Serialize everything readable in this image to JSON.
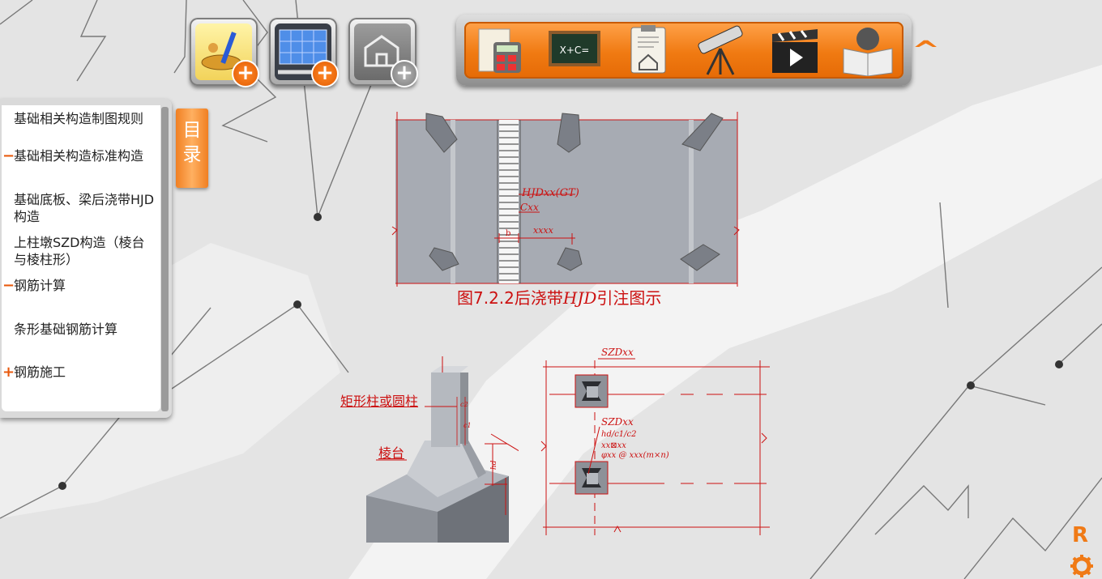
{
  "toc": {
    "tab_label": "目录",
    "items": [
      {
        "marker": "",
        "label": "基础相关构造制图规则"
      },
      {
        "marker": "−",
        "label": "基础相关构造标准构造"
      },
      {
        "marker": "",
        "label": "基础底板、梁后浇带HJD构造"
      },
      {
        "marker": "",
        "label": "上柱墩SZD构造（棱台与棱柱形）"
      },
      {
        "marker": "−",
        "label": "钢筋计算"
      },
      {
        "marker": "",
        "label": "条形基础钢筋计算"
      },
      {
        "marker": "+",
        "label": "钢筋施工"
      }
    ]
  },
  "top_buttons": [
    {
      "icon": "add-tools-icon",
      "plus": "+"
    },
    {
      "icon": "add-screen-icon",
      "plus": "+"
    },
    {
      "icon": "add-model-icon",
      "plus": "+"
    }
  ],
  "toolbar": {
    "calculator_icon": "calculator-icon",
    "blackboard_text": "X+C=",
    "clipboard_icon": "clipboard-icon",
    "telescope_icon": "telescope-icon",
    "video_icon": "video-icon",
    "reader_icon": "reader-icon",
    "collapse_label": "^"
  },
  "figure1": {
    "label_code": "HJDxx(GT)",
    "label_c": "Cxx",
    "label_b": "b",
    "label_dim": "xxxx",
    "caption_prefix": "图7.2.2后浇带",
    "caption_code": "HJD",
    "caption_suffix": "引注图示"
  },
  "figure2": {
    "label_column": "矩形柱或圆柱",
    "label_frustum": "棱台",
    "dim_c2": "c2",
    "dim_c1": "c1",
    "dim_hd": "hd"
  },
  "figure3": {
    "label_top": "SZDxx",
    "annotation": [
      "SZDxx",
      "hd/c1/c2",
      "xx⊠xx",
      "φxx @ xxx(m×n)"
    ]
  },
  "bottom_right": {
    "r_label": "R",
    "settings_icon": "gear-icon"
  },
  "colors": {
    "accent": "#f07a16",
    "drawing_red": "#cc1111"
  }
}
